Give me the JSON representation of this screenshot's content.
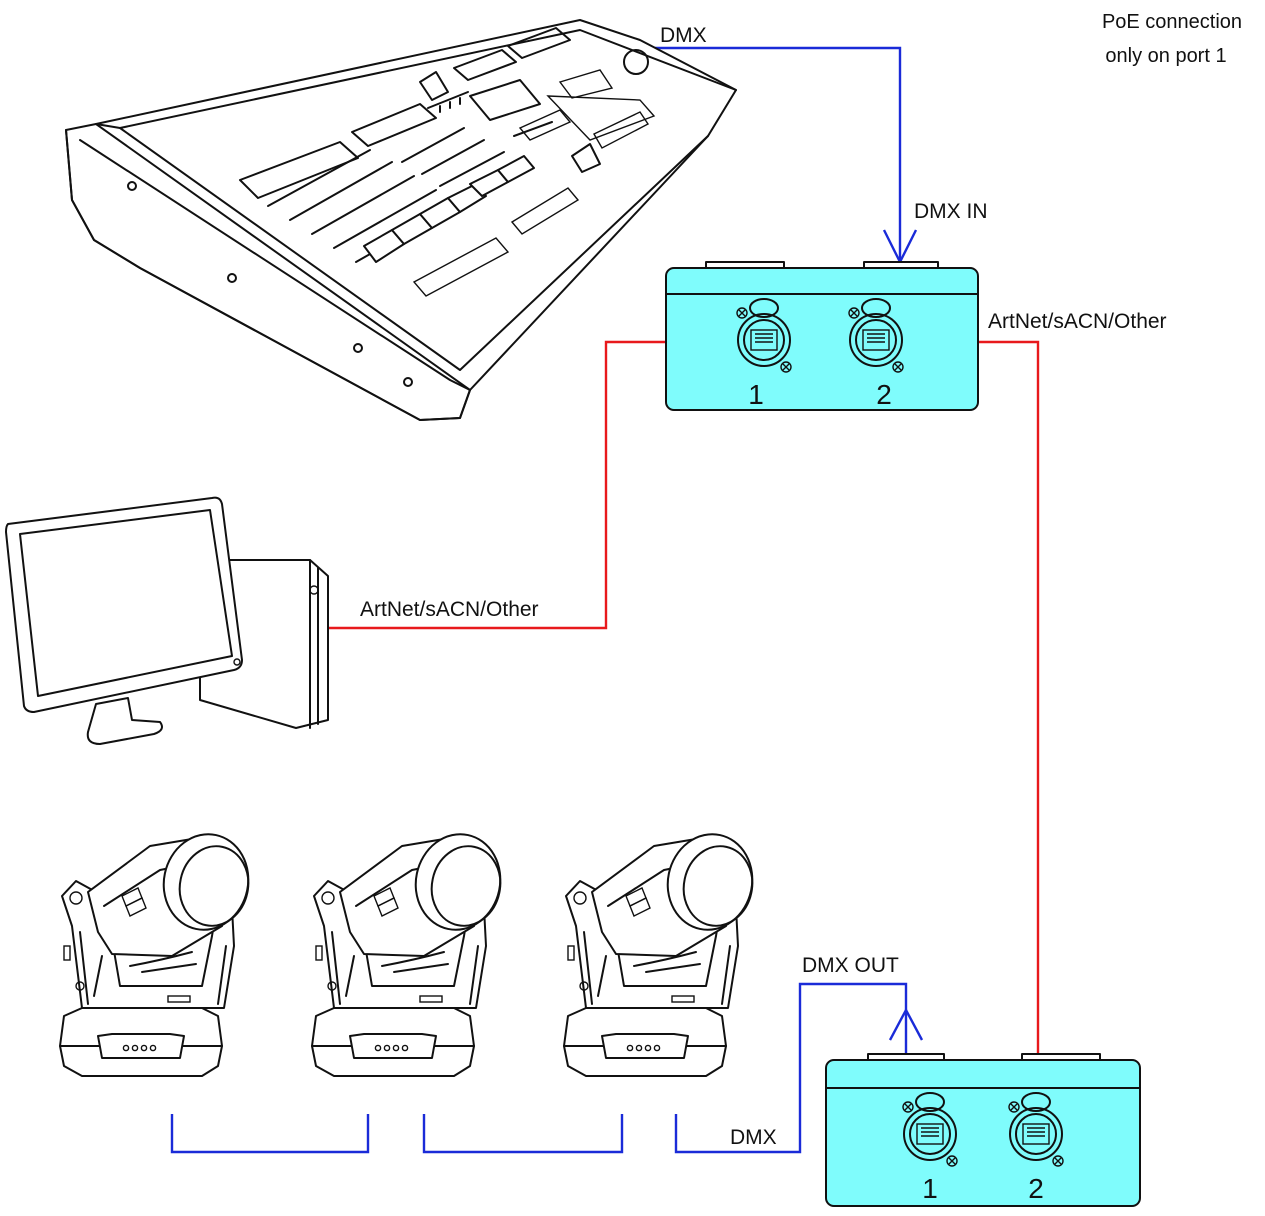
{
  "colors": {
    "node_fill": "#7ffcfc",
    "network_cable": "#e8191c",
    "dmx_cable": "#1a2bd8"
  },
  "note": {
    "line1": "PoE connection",
    "line2": "only on port 1"
  },
  "labels": {
    "dmx_from_console": "DMX",
    "dmx_in": "DMX IN",
    "network_right": "ArtNet/sACN/Other",
    "network_pc": "ArtNet/sACN/Other",
    "dmx_out": "DMX OUT",
    "dmx_to_fixtures": "DMX"
  },
  "node_top": {
    "port1": "1",
    "port2": "2"
  },
  "node_bottom": {
    "port1": "1",
    "port2": "2"
  },
  "icons": [
    "lighting-console-icon",
    "computer-icon",
    "moving-head-icon",
    "ethercon-port-icon"
  ]
}
